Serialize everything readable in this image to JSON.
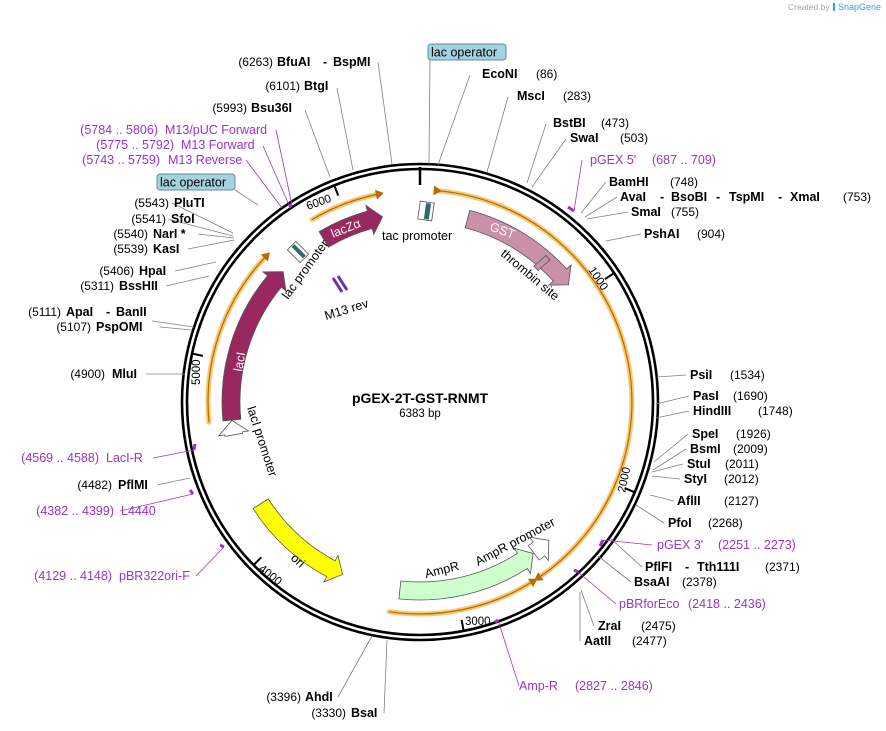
{
  "credit": {
    "prefix": "Created by",
    "brand": "SnapGene"
  },
  "plasmid": {
    "name": "pGEX-2T-GST-RNMT",
    "length": "6383 bp"
  },
  "ruler_ticks": [
    "1000",
    "2000",
    "3000",
    "4000",
    "5000",
    "6000"
  ],
  "features": [
    {
      "name": "GST",
      "label": "GST",
      "color": "#c990a8",
      "start": 258,
      "end": 917,
      "strand": 1
    },
    {
      "name": "lacZa",
      "label": "lacZα",
      "color": "#992860",
      "start": 5840,
      "end": 6180,
      "strand": 1
    },
    {
      "name": "lacI",
      "label": "lacI",
      "color": "#992860",
      "start": 4690,
      "end": 5560,
      "strand": 1
    },
    {
      "name": "ori",
      "label": "ori",
      "color": "#ffff00",
      "start": 3620,
      "end": 4210,
      "strand": -1
    },
    {
      "name": "AmpR",
      "label": "AmpR",
      "color": "#ccffcc",
      "start": 2540,
      "end": 3300,
      "strand": -1
    },
    {
      "name": "AmpR-promoter",
      "label": "AmpR promoter",
      "color": "#ffffff",
      "start": 2430,
      "end": 2535,
      "strand": -1
    },
    {
      "name": "lacI-promoter",
      "label": "lacI promoter",
      "color": "#ffffff",
      "start": 4610,
      "end": 4688,
      "strand": 1
    },
    {
      "name": "tac-promoter",
      "label": "tac promoter",
      "start": 196,
      "end": 225
    },
    {
      "name": "lac-promoter",
      "label": "lac promoter",
      "start": 5985,
      "end": 6015
    },
    {
      "name": "thrombin-site",
      "label": "thrombin site",
      "start": 918,
      "end": 935
    },
    {
      "name": "M13-rev",
      "label": "M13 rev",
      "start": 6090,
      "end": 6100
    }
  ],
  "lac_operators": [
    "lac operator",
    "lac operator"
  ],
  "outer_arcs": [
    {
      "start": 80,
      "end": 2590
    },
    {
      "start": 2620,
      "end": 3340
    },
    {
      "start": 4690,
      "end": 5560
    },
    {
      "start": 5840,
      "end": 6185
    }
  ],
  "sites": [
    {
      "name": "BfuAI",
      "name2": "BspMI",
      "pos": "(6263)"
    },
    {
      "name": "BtgI",
      "pos": "(6101)"
    },
    {
      "name": "Bsu36I",
      "pos": "(5993)"
    },
    {
      "name": "EcoNI",
      "pos": "(86)"
    },
    {
      "name": "MscI",
      "pos": "(283)"
    },
    {
      "name": "BstBI",
      "pos": "(473)"
    },
    {
      "name": "SwaI",
      "pos": "(503)"
    },
    {
      "name": "BamHI",
      "pos": "(748)"
    },
    {
      "name": "AvaI",
      "name2": "BsoBI",
      "name3": "TspMI",
      "name4": "XmaI",
      "pos": "(753)"
    },
    {
      "name": "SmaI",
      "pos": "(755)"
    },
    {
      "name": "PshAI",
      "pos": "(904)"
    },
    {
      "name": "PsiI",
      "pos": "(1534)"
    },
    {
      "name": "PasI",
      "pos": "(1690)"
    },
    {
      "name": "HindIII",
      "pos": "(1748)"
    },
    {
      "name": "SpeI",
      "pos": "(1926)"
    },
    {
      "name": "BsmI",
      "pos": "(2009)"
    },
    {
      "name": "StuI",
      "pos": "(2011)"
    },
    {
      "name": "StyI",
      "pos": "(2012)"
    },
    {
      "name": "AflII",
      "pos": "(2127)"
    },
    {
      "name": "PfoI",
      "pos": "(2268)"
    },
    {
      "name": "PflFI",
      "name2": "Tth111I",
      "pos": "(2371)"
    },
    {
      "name": "BsaAI",
      "pos": "(2378)"
    },
    {
      "name": "ZraI",
      "pos": "(2475)"
    },
    {
      "name": "AatII",
      "pos": "(2477)"
    },
    {
      "name": "AhdI",
      "pos": "(3396)"
    },
    {
      "name": "BsaI",
      "pos": "(3330)"
    },
    {
      "name": "PluTI",
      "pos": "(5543)"
    },
    {
      "name": "SfoI",
      "pos": "(5541)"
    },
    {
      "name": "NarI *",
      "pos": "(5540)"
    },
    {
      "name": "KasI",
      "pos": "(5539)"
    },
    {
      "name": "HpaI",
      "pos": "(5406)"
    },
    {
      "name": "BssHII",
      "pos": "(5311)"
    },
    {
      "name": "ApaI",
      "name2": "BanII",
      "pos": "(5111)"
    },
    {
      "name": "PspOMI",
      "pos": "(5107)"
    },
    {
      "name": "MluI",
      "pos": "(4900)"
    },
    {
      "name": "PflMI",
      "pos": "(4482)"
    }
  ],
  "primers": [
    {
      "range": "(5784 .. 5806)",
      "name": "M13/pUC Forward"
    },
    {
      "range": "(5775 .. 5792)",
      "name": "M13 Forward"
    },
    {
      "range": "(5743 .. 5759)",
      "name": "M13 Reverse"
    },
    {
      "range": "(687 .. 709)",
      "name": "pGEX 5'"
    },
    {
      "range": "(2251 .. 2273)",
      "name": "pGEX 3'"
    },
    {
      "range": "(2418 .. 2436)",
      "name": "pBRforEco"
    },
    {
      "range": "(2827 .. 2846)",
      "name": "Amp-R"
    },
    {
      "range": "(4569 .. 4588)",
      "name": "LacI-R"
    },
    {
      "range": "(4382 .. 4399)",
      "name": "L4440"
    },
    {
      "range": "(4129 .. 4148)",
      "name": "pBR322ori-F"
    }
  ],
  "colors": {
    "primer": "#9933cc",
    "leader": "#808080",
    "orf_highlight": "#f5c76e",
    "operator_box": "#a5d2e0"
  }
}
